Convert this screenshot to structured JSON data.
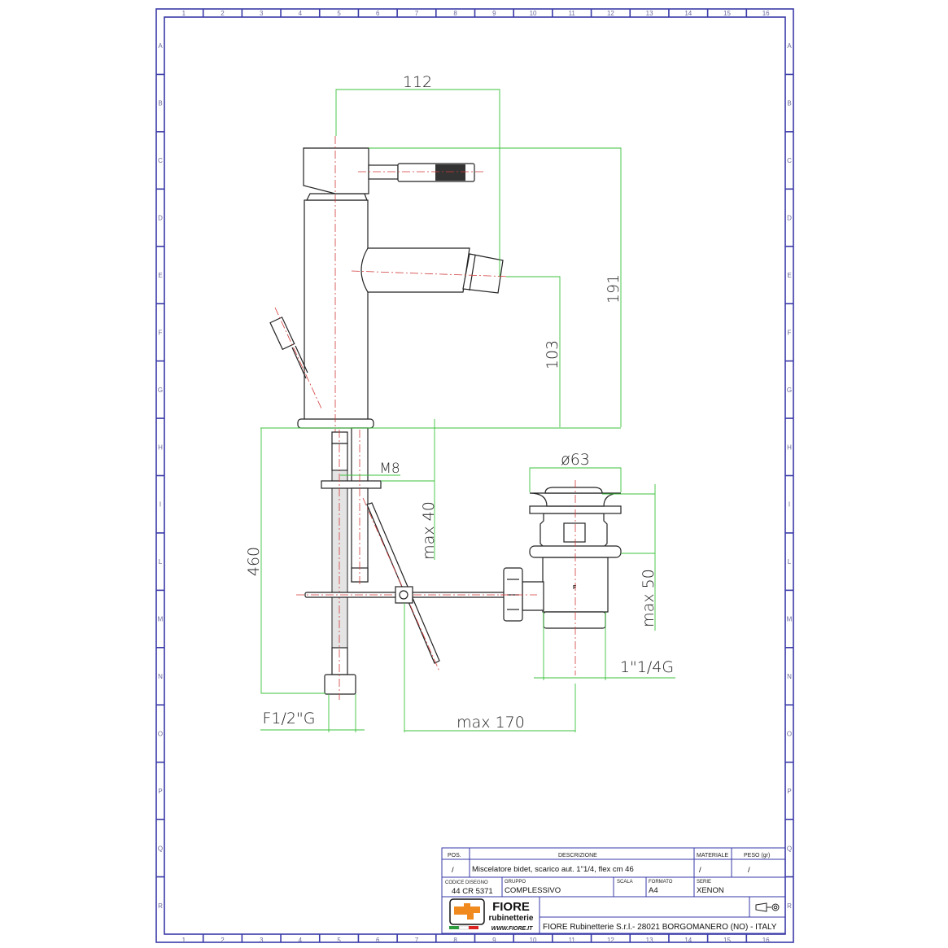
{
  "frame": {
    "columns": [
      "1",
      "2",
      "3",
      "4",
      "5",
      "6",
      "7",
      "8",
      "9",
      "10",
      "11",
      "12",
      "13",
      "14",
      "15",
      "16"
    ],
    "rows": [
      "A",
      "B",
      "C",
      "D",
      "E",
      "F",
      "G",
      "H",
      "I",
      "L",
      "M",
      "N",
      "O",
      "P",
      "Q",
      "R"
    ]
  },
  "dimensions": {
    "spout_reach": "112",
    "total_height": "191",
    "spout_height": "103",
    "hose_length": "460",
    "thread_rod": "M8",
    "deck_thickness": "max 40",
    "waste_diameter": "ø63",
    "waste_deck": "max 50",
    "waste_thread": "1\"1/4G",
    "hose_connection": "F1/2\"G",
    "popup_rod": "max 170"
  },
  "title_block": {
    "pos_header": "POS.",
    "description_header": "DESCRIZIONE",
    "material_header": "MATERIALE",
    "weight_header": "PESO (gr)",
    "pos_value": "/",
    "description_value": "Miscelatore bidet, scarico aut. 1\"1/4, flex cm 46",
    "material_value": "/",
    "weight_value": "/",
    "code_header": "CODICE DISEGNO",
    "code_value": "44 CR 5371",
    "group_header": "GRUPPO",
    "group_value": "COMPLESSIVO",
    "scale_header": "SCALA",
    "format_header": "FORMATO",
    "format_value": "A4",
    "series_header": "SERIE",
    "series_value": "XENON",
    "company": "FIORE Rubinetterie S.r.l.- 28021 BORGOMANERO (NO) - ITALY",
    "logo_text": "FIORE",
    "logo_sub": "rubinetterie",
    "logo_url": "WWW.FIORE.IT"
  },
  "colors": {
    "frame": "#3a3aa8",
    "dimension": "#3cc23c",
    "centerline": "#d23a3a",
    "logo": "#f08a1e"
  }
}
